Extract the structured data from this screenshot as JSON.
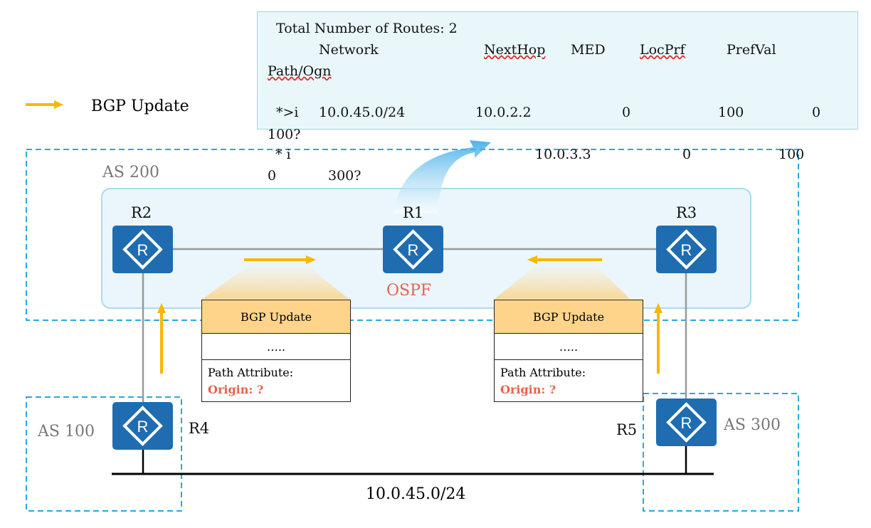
{
  "legend": {
    "label": "BGP Update"
  },
  "route_table": {
    "title": "Total Number of Routes: 2",
    "headers": [
      "Network",
      "NextHop",
      "MED",
      "LocPrf",
      "PrefVal",
      "Path/Ogn"
    ],
    "rows": [
      {
        "status": "*>i",
        "network": "10.0.45.0/24",
        "nexthop": "10.0.2.2",
        "med": "0",
        "locprf": "100",
        "prefval": "0",
        "path": "100?"
      },
      {
        "status": "* i",
        "network": "",
        "nexthop": "10.0.3.3",
        "med": "0",
        "locprf": "100",
        "prefval": "0",
        "path": "300?"
      }
    ]
  },
  "as_labels": {
    "as200": "AS 200",
    "as100": "AS 100",
    "as300": "AS 300"
  },
  "routers": {
    "r1": "R1",
    "r2": "R2",
    "r3": "R3",
    "r4": "R4",
    "r5": "R5"
  },
  "router_icon": "R",
  "igp_label": "OSPF",
  "network_label": "10.0.45.0/24",
  "update_boxes": [
    {
      "title": "BGP Update",
      "ellipsis": "…..",
      "attr_label": "Path Attribute:",
      "origin_label": "Origin: ?"
    },
    {
      "title": "BGP Update",
      "ellipsis": "…..",
      "attr_label": "Path Attribute:",
      "origin_label": "Origin: ?"
    }
  ],
  "colors": {
    "arrow": "#f9b700",
    "router": "#1f6db0",
    "as_border": "#2aa8dc",
    "origin": "#e8614e",
    "update_header": "#fdd48a"
  }
}
